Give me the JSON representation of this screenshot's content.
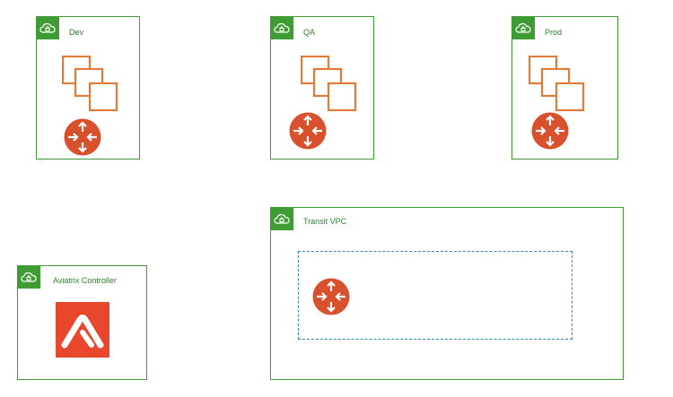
{
  "vpcs": {
    "dev": {
      "label": "Dev"
    },
    "qa": {
      "label": "QA"
    },
    "prod": {
      "label": "Prod"
    },
    "transit": {
      "label": "Transit VPC"
    },
    "controller": {
      "label": "Aviatrix Controller"
    }
  },
  "colors": {
    "vpc_border": "#3f9c35",
    "instance_orange": "#e07b39",
    "router_red": "#d9512c",
    "subnet_blue": "#2e86c1",
    "aviatrix_red": "#e8462d"
  },
  "icons": {
    "vpc": "cloud-lock-icon",
    "instances": "instances-icon",
    "router": "router-icon",
    "aviatrix": "aviatrix-logo"
  }
}
